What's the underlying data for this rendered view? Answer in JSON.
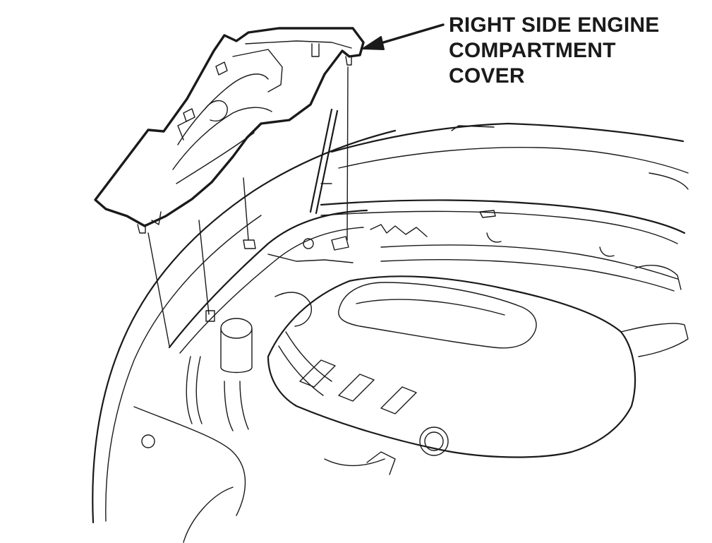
{
  "callout": {
    "lines": [
      "RIGHT SIDE ENGINE",
      "COMPARTMENT",
      "COVER"
    ]
  }
}
